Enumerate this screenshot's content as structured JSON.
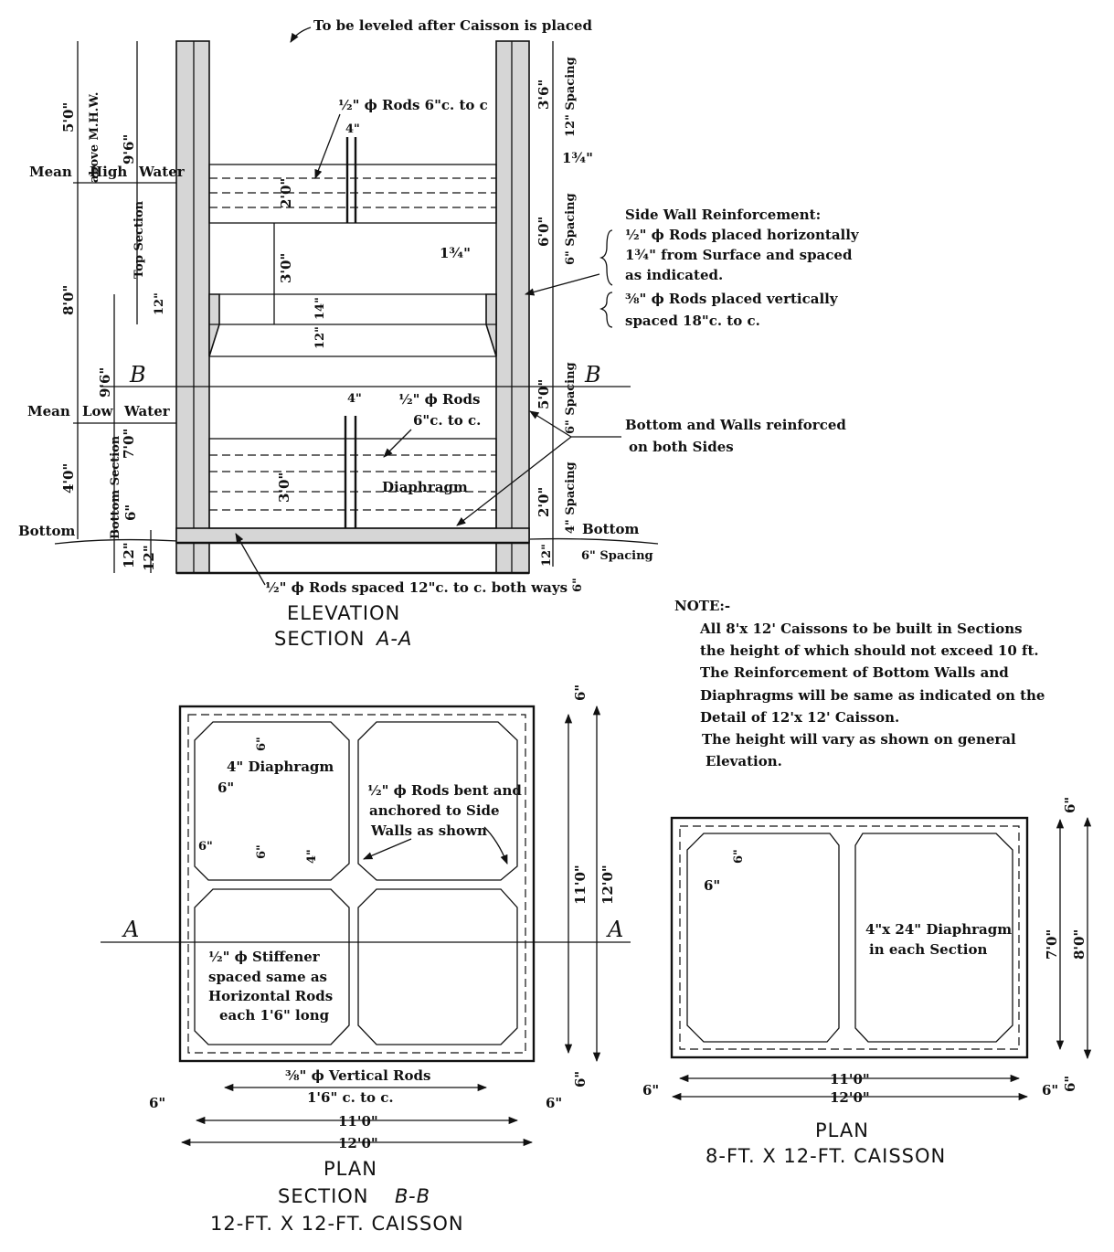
{
  "elevation": {
    "title": "ELEVATION",
    "subtitle_prefix": "SECTION ",
    "subtitle_section": "A-A",
    "top_note": "To be leveled after Caisson is placed",
    "mhw_line": [
      "Mean",
      "High",
      "Water"
    ],
    "mlw_line": [
      "Mean",
      "Low",
      "Water"
    ],
    "bottom_left": "Bottom",
    "bottom_right": "Bottom",
    "section_letter_left": "B",
    "section_letter_right": "B",
    "dims_left": {
      "d5_0": "5'0\"",
      "above_mhw": "above M.H.W.",
      "d9_6_top": "9'6\"",
      "d8_0": "8'0\"",
      "top_section": "Top Section",
      "d9_6": "9'6\"",
      "d7_0": "7'0\"",
      "bottom_section": "Bottom Section",
      "d4_0": "4'0\"",
      "d6": "6\"",
      "d12": "12\"",
      "d12b": "12\""
    },
    "dims_inner": {
      "rod_top": "½\" ϕ Rods 6\"c. to c",
      "d4_top": "4\"",
      "d2_0_top": "2'0\"",
      "d3_0_top": "3'0\"",
      "d12_left": "12\"",
      "d14": "14\"",
      "d12_mid": "12\"",
      "d4_bot": "4\"",
      "rod_bot_1": "½\" ϕ Rods",
      "rod_bot_2": "6\"c. to c.",
      "d3_0_bot": "3'0\"",
      "diaphragm": "Diaphragm",
      "d1_3_4": "1¾\"",
      "bottom_rods": "½\" ϕ Rods spaced 12\"c. to c. both ways"
    },
    "dims_right": {
      "d3_6": "3'6\"",
      "sp12": "12\" Spacing",
      "d1_3_4": "1¾\"",
      "d6_0": "6'0\"",
      "sp6a": "6\" Spacing",
      "d5_0": "5'0\"",
      "sp6b": "6\" Spacing",
      "d2_0": "2'0\"",
      "sp4": "4\" Spacing",
      "d12": "12\"",
      "sp6c": "6\" Spacing",
      "d6": "6\""
    },
    "side_wall_note": [
      "Side Wall Reinforcement:",
      "½\" ϕ Rods placed horizontally",
      "1¾\" from Surface and spaced",
      "as indicated.",
      "⅜\" ϕ Rods placed vertically",
      "spaced 18\"c. to c."
    ],
    "bottom_walls_note": [
      "Bottom and Walls reinforced",
      "on both Sides"
    ]
  },
  "note": {
    "heading": "NOTE:-",
    "lines": [
      "All 8'x 12' Caissons to be built in Sections",
      "the height of which should not exceed 10 ft.",
      "The Reinforcement of Bottom Walls and",
      "Diaphragms will be same as indicated on the",
      "Detail of 12'x 12' Caisson.",
      "The height will vary as shown on general",
      "Elevation."
    ]
  },
  "plan12": {
    "title": "PLAN",
    "subtitle_prefix": "SECTION ",
    "subtitle_section": "B-B",
    "caption": "12-FT. X 12-FT. CAISSON",
    "section_letter_left": "A",
    "section_letter_right": "A",
    "labels": {
      "d6_top_right": "6\"",
      "d6_corner": "6\"",
      "diaphragm": "4\" Diaphragm",
      "d6_left": "6\"",
      "rods_bent": [
        "½\" ϕ Rods bent and",
        "anchored to Side",
        "Walls as shown"
      ],
      "d6_a": "6\"",
      "d6_b": "6\"",
      "d4": "4\"",
      "d11_0_v": "11'0\"",
      "d12_0_v": "12'0\"",
      "stiffener": [
        "½\" ϕ Stiffener",
        "spaced same as",
        "Horizontal Rods",
        "each 1'6\" long"
      ],
      "vertical_rods": "⅜\" ϕ Vertical Rods",
      "vertical_spacing": "1'6\" c. to c.",
      "d6_bottom_right": "6\"",
      "d6_left_bottom": "6\"",
      "d6_right_bottom": "6\"",
      "d11_0_h": "11'0\"",
      "d12_0_h": "12'0\""
    }
  },
  "plan8": {
    "title": "PLAN",
    "caption": "8-FT. X 12-FT. CAISSON",
    "labels": {
      "d6_top_right": "6\"",
      "d6_corner": "6\"",
      "d6_left": "6\"",
      "diaphragm": [
        "4\"x 24\" Diaphragm",
        "in each Section"
      ],
      "d7_0": "7'0\"",
      "d8_0": "8'0\"",
      "d6_bottom_right": "6\"",
      "d6_left_bottom": "6\"",
      "d6_right_bottom": "6\"",
      "d11_0": "11'0\"",
      "d12_0": "12'0\""
    }
  }
}
